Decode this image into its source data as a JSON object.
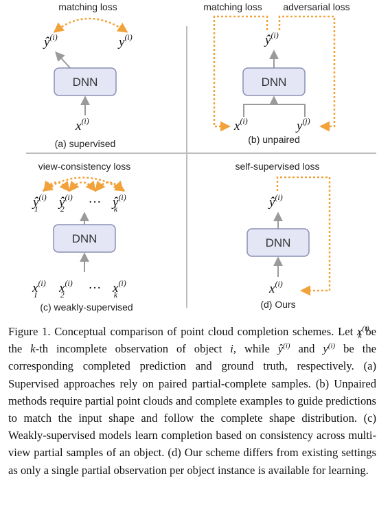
{
  "panels": {
    "a": {
      "loss": "matching loss",
      "output": "ŷ",
      "target": "y",
      "index": "(i)",
      "module": "DNN",
      "input": "x",
      "caption": "(a) supervised"
    },
    "b": {
      "loss_left": "matching loss",
      "loss_right": "adversarial loss",
      "output": "ŷ",
      "module": "DNN",
      "input": "x",
      "target": "y",
      "index": "(i)",
      "target_index": "(j)",
      "caption": "(b) unpaired"
    },
    "c": {
      "loss": "view-consistency loss",
      "output": "ŷ",
      "module": "DNN",
      "input": "x",
      "index": "(i)",
      "sub1": "1",
      "sub2": "2",
      "subk": "k",
      "dots": "···",
      "caption": "(c) weakly-supervised"
    },
    "d": {
      "loss": "self-supervised loss",
      "output": "ŷ",
      "module": "DNN",
      "input": "x",
      "index": "(i)",
      "caption": "(d) Ours"
    }
  },
  "caption": {
    "s1": "Figure 1. Conceptual comparison of point cloud completion schemes. Let ",
    "x": "x",
    "k": "k",
    "i_sup": "(i)",
    "s2": " be the ",
    "s3": "-th incomplete observation of object ",
    "i": "i",
    "s4": ", while ",
    "yhat": "ŷ",
    "s5": " and ",
    "y": "y",
    "s6": " be the corresponding completed prediction and ground truth, respectively. (a) Supervised approaches rely on paired partial-complete samples. (b) Unpaired methods require partial point clouds and complete examples to guide predictions to match the input shape and follow the complete shape distribution. (c) Weakly-supervised models learn completion based on consistency across multi-view partial samples of an object. (d) Our scheme differs from existing settings as only a single partial observation per object instance is available for learning."
  },
  "colors": {
    "box_fill": "#e4e6f6",
    "box_stroke": "#8a8fb4",
    "arrow": "#9a9a9a",
    "loss": "#f2a23a",
    "divider": "#bdbdbd"
  }
}
